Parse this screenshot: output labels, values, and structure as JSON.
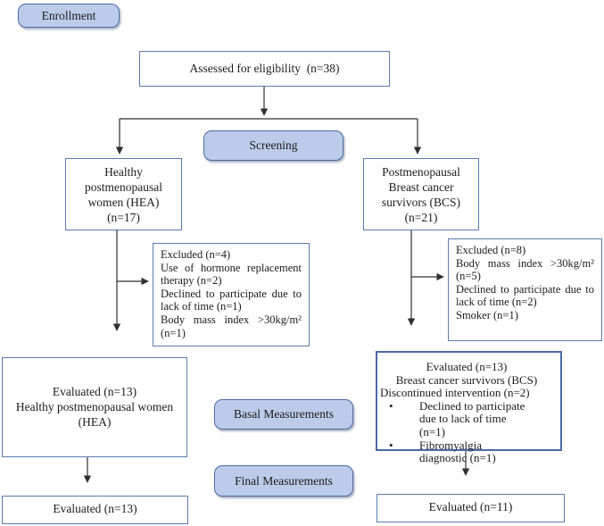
{
  "stage_labels": {
    "enrollment": "Enrollment",
    "screening": "Screening",
    "basal": "Basal Measurements",
    "final": "Final Measurements"
  },
  "boxes": {
    "assessed": "Assessed for eligibility  (n=38)",
    "hea_group": "Healthy\npostmenopausal\nwomen (HEA)\n(n=17)",
    "bcs_group": "Postmenopausal\nBreast cancer\nsurvivors (BCS)\n(n=21)",
    "hea_excluded": {
      "title": "Excluded (n=4)",
      "items": [
        "Use of hormone replacement therapy (n=2)",
        "Declined to participate due to lack of time (n=1)",
        "Body mass index >30kg/m² (n=1)"
      ]
    },
    "bcs_excluded": {
      "title": "Excluded (n=8)",
      "items": [
        "Body mass index >30kg/m² (n=5)",
        "Declined to participate due to lack of time (n=2)",
        "Smoker (n=1)"
      ]
    },
    "hea_evaluated": {
      "line1": "Evaluated (n=13)",
      "line2": "Healthy postmenopausal women",
      "line3": "(HEA)"
    },
    "bcs_evaluated": {
      "line1": "Evaluated (n=13)",
      "line2": "Breast cancer survivors (BCS)",
      "line3": "Discontinued intervention (n=2)",
      "bullet_glyph": "•",
      "bullets": [
        "Declined to participate due to lack of time (n=1)",
        "Fibromyalgia diagnostic (n=1)"
      ]
    },
    "hea_final": "Evaluated (n=13)",
    "bcs_final": "Evaluated (n=11)"
  },
  "colors": {
    "pill_fill": "#bccbe9",
    "pill_border": "#4f6da4",
    "box_border": "#5b7bab",
    "bcs_evaluated_border": "#4a69a5",
    "connector_line": "#303030",
    "text": "#1c1c1c",
    "background": "#ffffff"
  }
}
